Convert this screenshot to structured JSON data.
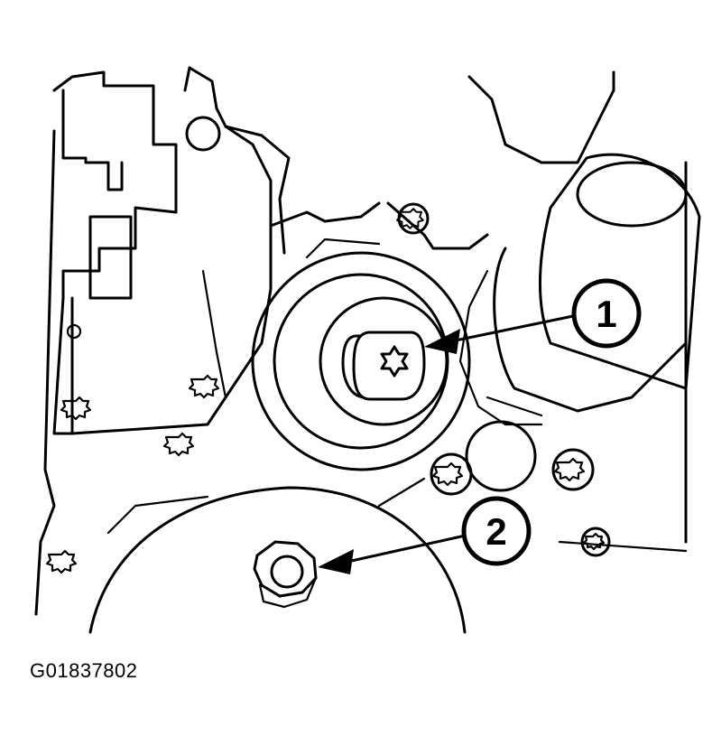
{
  "callouts": [
    {
      "number": "1"
    },
    {
      "number": "2"
    }
  ],
  "figure_id": "G01837802",
  "colors": {
    "line": "#000000",
    "background": "#ffffff"
  }
}
